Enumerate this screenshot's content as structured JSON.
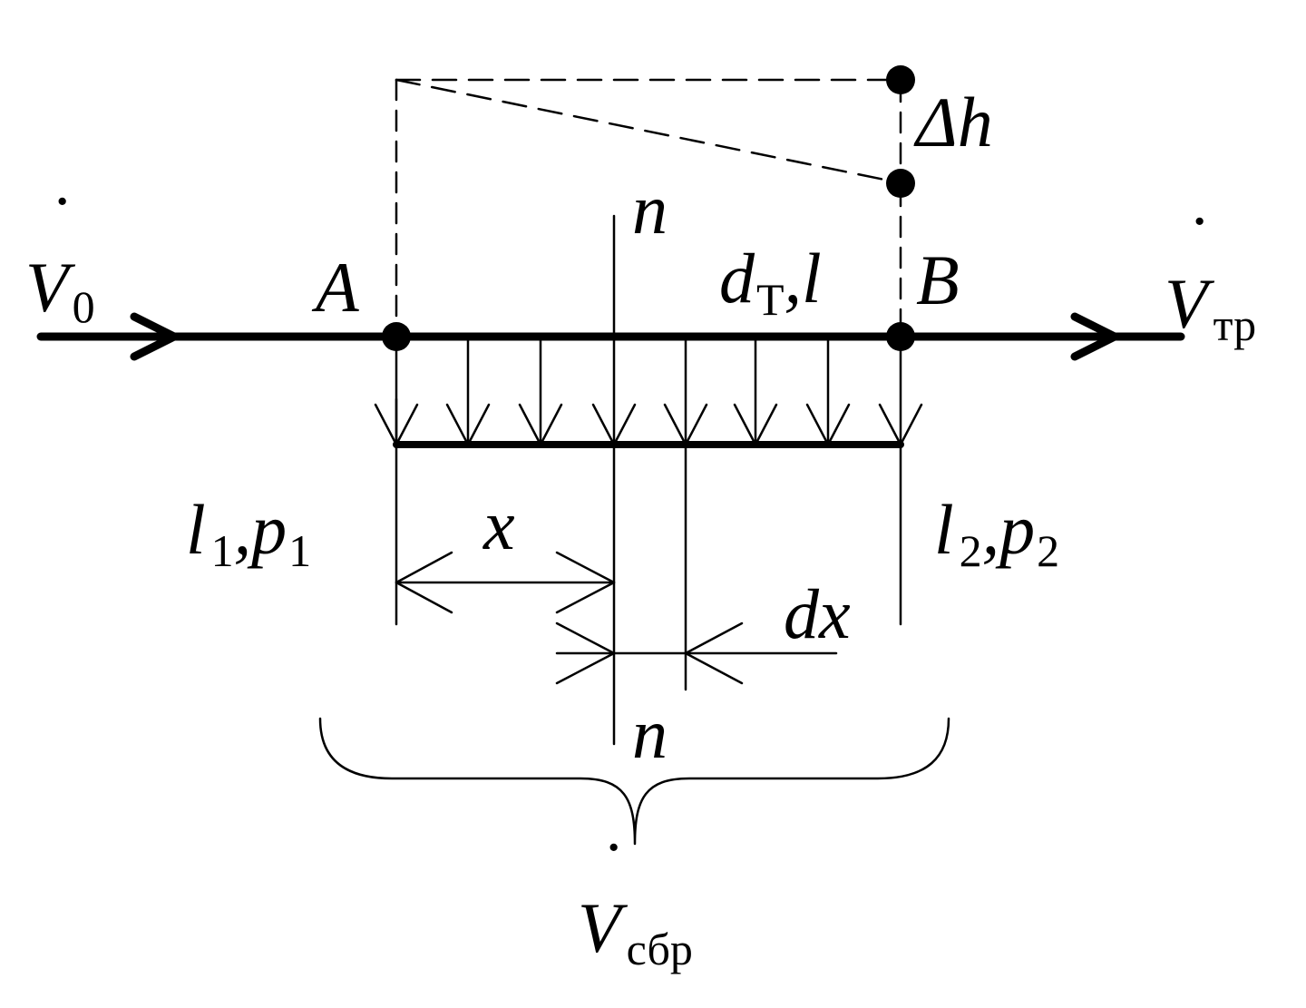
{
  "labels": {
    "v0_main": "V",
    "v0_sub": "0",
    "a": "A",
    "b": "B",
    "n_top": "n",
    "n_bottom": "n",
    "dt_main": "d",
    "dt_sub": "Т",
    "dt_rest": ",l",
    "vtr_main": "V",
    "vtr_sub": "тр",
    "dh": "Δh",
    "l1_main": "l",
    "l1_sub": "1",
    "p1_sep": ",p",
    "p1_sub": "1",
    "l2_main": "l",
    "l2_sub": "2",
    "p2_sep": ",p",
    "p2_sub": "2",
    "x": "x",
    "dx": "dx",
    "vsbr_main": "V",
    "vsbr_sub": "сбр"
  },
  "overdot": "·",
  "colors": {
    "line": "#000000",
    "background": "#ffffff"
  }
}
